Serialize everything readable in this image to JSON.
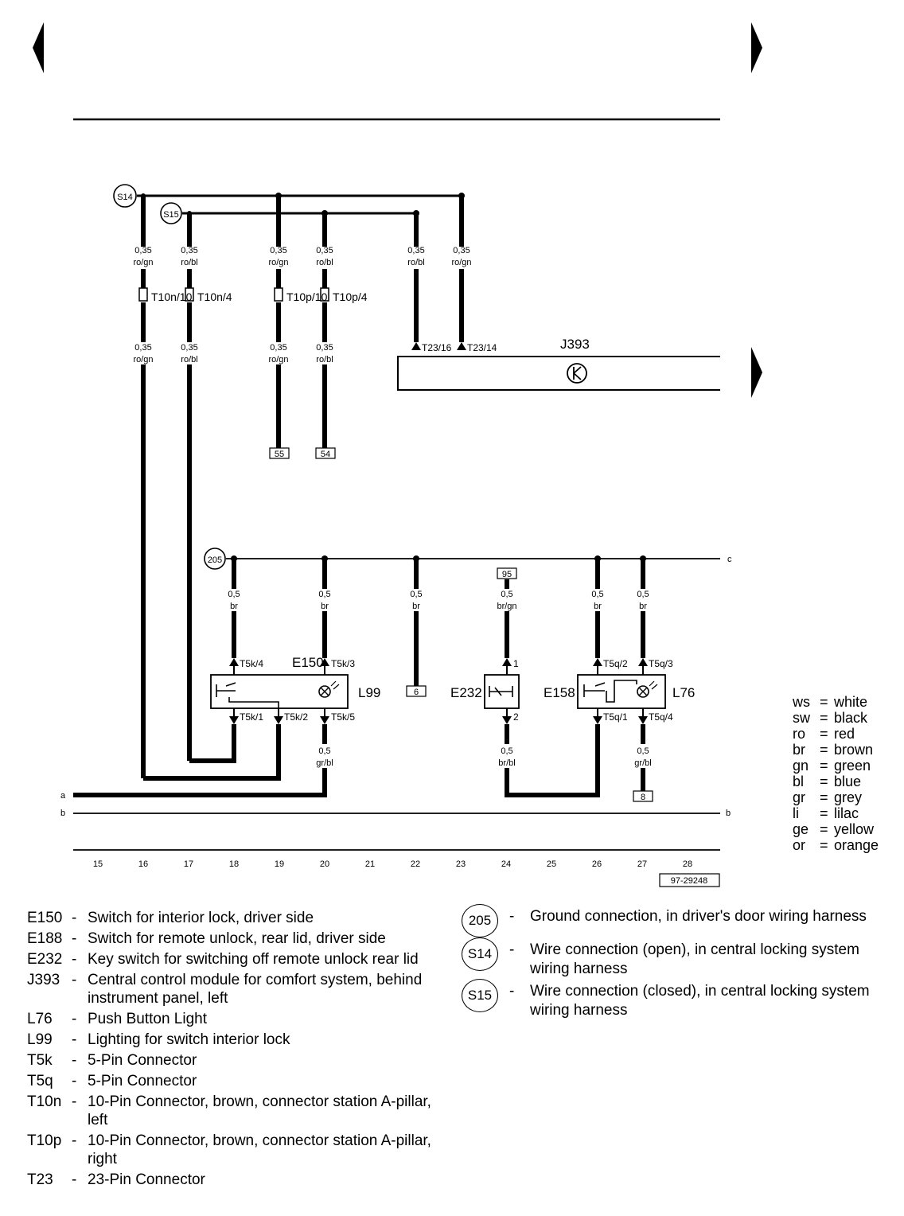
{
  "diagram_ref": "97-29248",
  "columns": [
    "15",
    "16",
    "17",
    "18",
    "19",
    "20",
    "21",
    "22",
    "23",
    "24",
    "25",
    "26",
    "27",
    "28"
  ],
  "rails": {
    "a": "a",
    "b": "b",
    "c": "c"
  },
  "splices": {
    "s14": "S14",
    "s15": "S15",
    "g205": "205"
  },
  "components": {
    "j393": "J393",
    "e150": "E150",
    "l99": "L99",
    "e232": "E232",
    "e158": "E158",
    "l76": "L76"
  },
  "connectors": {
    "t10n10": "T10n/10",
    "t10n4": "T10n/4",
    "t10p10": "T10p/10",
    "t10p4": "T10p/4",
    "t23_16": "T23/16",
    "t23_14": "T23/14",
    "t5k4": "T5k/4",
    "t5k3": "T5k/3",
    "t5k1": "T5k/1",
    "t5k2": "T5k/2",
    "t5k5": "T5k/5",
    "t5q2": "T5q/2",
    "t5q3": "T5q/3",
    "t5q1": "T5q/1",
    "t5q4": "T5q/4",
    "pin1": "1",
    "pin2": "2"
  },
  "references": {
    "r55": "55",
    "r54": "54",
    "r6": "6",
    "r95": "95",
    "r8": "8"
  },
  "wires": {
    "w035": "0,35",
    "w05": "0,5",
    "ro_gn": "ro/gn",
    "ro_bl": "ro/bl",
    "br": "br",
    "br_gn": "br/gn",
    "gr_bl": "gr/bl",
    "br_bl": "br/bl"
  },
  "colors_legend": [
    {
      "code": "ws",
      "name": "white"
    },
    {
      "code": "sw",
      "name": "black"
    },
    {
      "code": "ro",
      "name": "red"
    },
    {
      "code": "br",
      "name": "brown"
    },
    {
      "code": "gn",
      "name": "green"
    },
    {
      "code": "bl",
      "name": "blue"
    },
    {
      "code": "gr",
      "name": "grey"
    },
    {
      "code": "li",
      "name": "lilac"
    },
    {
      "code": "ge",
      "name": "yellow"
    },
    {
      "code": "or",
      "name": "orange"
    }
  ],
  "legend": [
    {
      "code": "E150",
      "desc": "Switch for interior lock, driver side"
    },
    {
      "code": "E188",
      "desc": "Switch for remote unlock, rear lid, driver side"
    },
    {
      "code": "E232",
      "desc": "Key switch for switching off remote unlock rear lid"
    },
    {
      "code": "J393",
      "desc": "Central control module for comfort system, behind instrument panel, left"
    },
    {
      "code": "L76",
      "desc": "Push Button Light"
    },
    {
      "code": "L99",
      "desc": "Lighting for switch interior lock"
    },
    {
      "code": "T5k",
      "desc": "5-Pin Connector"
    },
    {
      "code": "T5q",
      "desc": "5-Pin Connector"
    },
    {
      "code": "T10n",
      "desc": "10-Pin Connector, brown, connector station A-pillar, left"
    },
    {
      "code": "T10p",
      "desc": "10-Pin Connector, brown, connector station A-pillar, right"
    },
    {
      "code": "T23",
      "desc": "23-Pin Connector"
    }
  ],
  "connections": [
    {
      "badge": "205",
      "desc": "Ground connection, in driver's door wiring harness"
    },
    {
      "badge": "S14",
      "desc": "Wire connection (open), in central locking system wiring harness"
    },
    {
      "badge": "S15",
      "desc": "Wire connection (closed), in central locking system wiring harness"
    }
  ],
  "icons": {
    "nav_left": "triangle-left-icon",
    "nav_right": "triangle-right-icon",
    "continue": "triangle-right-icon"
  }
}
